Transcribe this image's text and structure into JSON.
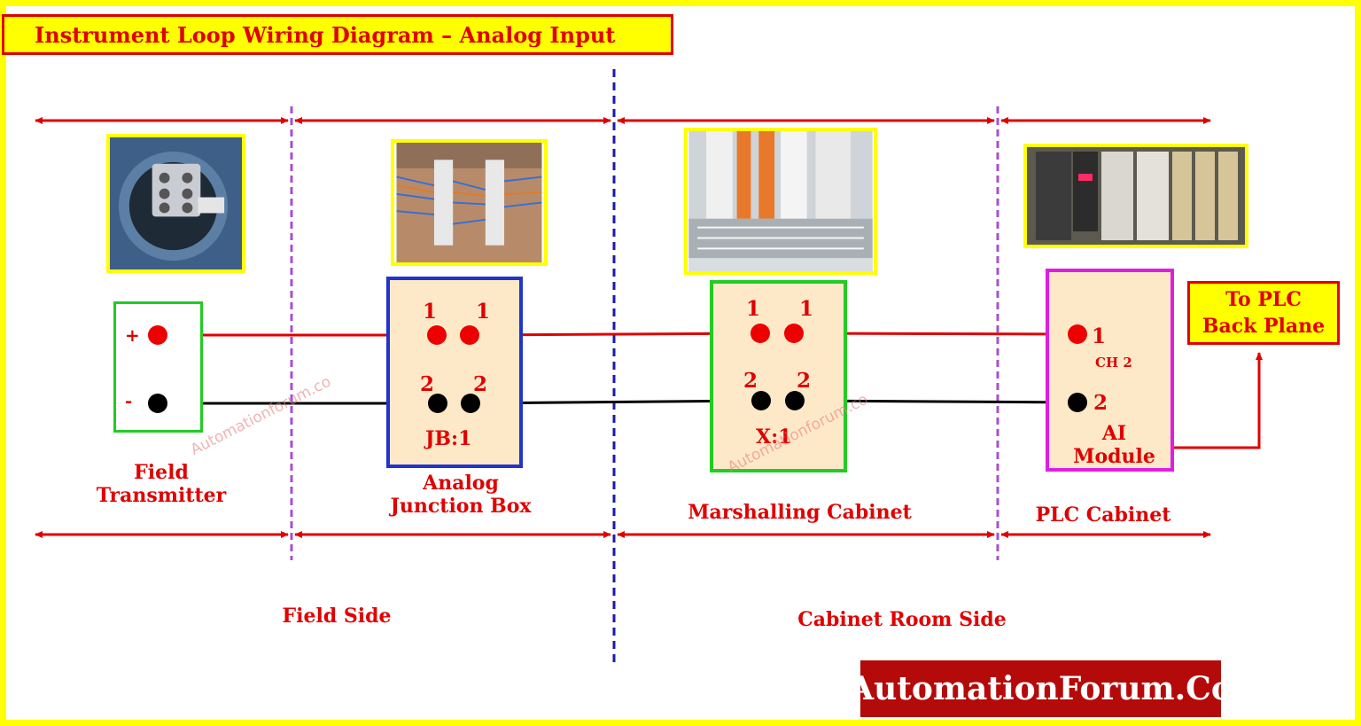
{
  "title": "Instrument Loop Wiring Diagram – Analog Input",
  "colors": {
    "frame": "#ffff00",
    "accent_red": "#e00000",
    "wire_black": "#000000",
    "field_divider": "#a94fd0",
    "side_divider": "#1a1aa8",
    "box_fill": "#fde9c8"
  },
  "field_transmitter": {
    "plus": "+",
    "minus": "-",
    "label_line1": "Field",
    "label_line2": "Transmitter"
  },
  "junction_box": {
    "t1a": "1",
    "t1b": "1",
    "t2a": "2",
    "t2b": "2",
    "tag": "JB:1",
    "label_line1": "Analog",
    "label_line2": "Junction Box"
  },
  "marshalling": {
    "t1a": "1",
    "t1b": "1",
    "t2a": "2",
    "t2b": "2",
    "tag": "X:1",
    "label": "Marshalling Cabinet"
  },
  "plc": {
    "t1": "1",
    "ch": "CH 2",
    "t2": "2",
    "module_line1": "AI",
    "module_line2": "Module",
    "label": "PLC Cabinet"
  },
  "plc_backplane": {
    "line1": "To PLC",
    "line2": "Back Plane"
  },
  "sides": {
    "field": "Field Side",
    "cabinet": "Cabinet Room Side"
  },
  "watermark": "Automationforum.co",
  "logo": "AutomationForum.Co"
}
